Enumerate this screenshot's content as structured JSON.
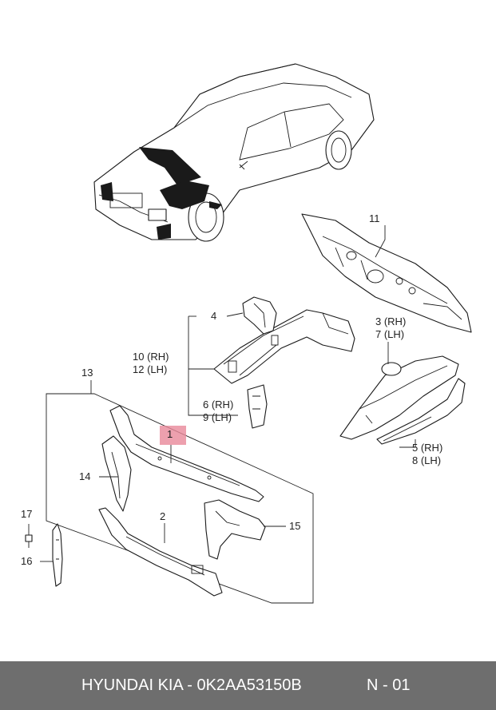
{
  "diagram": {
    "callouts": {
      "c1": "1",
      "c2": "2",
      "c3": "3 (RH)",
      "c7": "7 (LH)",
      "c4": "4",
      "c5": "5 (RH)",
      "c8": "8 (LH)",
      "c6": "6 (RH)",
      "c9": "9 (LH)",
      "c10": "10 (RH)",
      "c12": "12 (LH)",
      "c11": "11",
      "c13": "13",
      "c14": "14",
      "c15": "15",
      "c16": "16",
      "c17": "17"
    },
    "highlight_color": "#e8889a"
  },
  "footer": {
    "part_text": "HYUNDAI  KIA - 0K2AA53150B",
    "page_text": "N - 01",
    "background": "#6e6e6e"
  }
}
